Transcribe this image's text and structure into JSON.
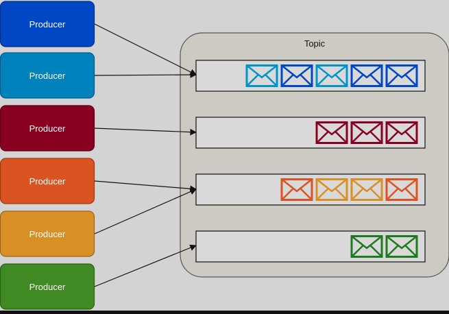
{
  "topic": {
    "label": "Topic"
  },
  "producers": [
    {
      "label": "Producer",
      "color": "#0047c6",
      "stroke": "#002e86"
    },
    {
      "label": "Producer",
      "color": "#0082bd",
      "stroke": "#005a85"
    },
    {
      "label": "Producer",
      "color": "#8a0020",
      "stroke": "#5c0015"
    },
    {
      "label": "Producer",
      "color": "#d95420",
      "stroke": "#9a3a13"
    },
    {
      "label": "Producer",
      "color": "#d78f26",
      "stroke": "#9a661a"
    },
    {
      "label": "Producer",
      "color": "#3f8a22",
      "stroke": "#2b5f17"
    }
  ],
  "partitions": [
    {
      "messages": [
        "#0095c8",
        "#0047c6",
        "#0095c8",
        "#0047c6",
        "#0047c6"
      ]
    },
    {
      "messages": [
        "#8a0020",
        "#8a0020",
        "#8a0020"
      ]
    },
    {
      "messages": [
        "#d95420",
        "#d78f26",
        "#d78f26",
        "#d95420"
      ]
    },
    {
      "messages": [
        "#1e7a1e",
        "#1e7a1e"
      ]
    }
  ],
  "connections": [
    {
      "from": 0,
      "to": 0
    },
    {
      "from": 1,
      "to": 0
    },
    {
      "from": 2,
      "to": 1
    },
    {
      "from": 3,
      "to": 2
    },
    {
      "from": 4,
      "to": 2
    },
    {
      "from": 5,
      "to": 3
    }
  ]
}
